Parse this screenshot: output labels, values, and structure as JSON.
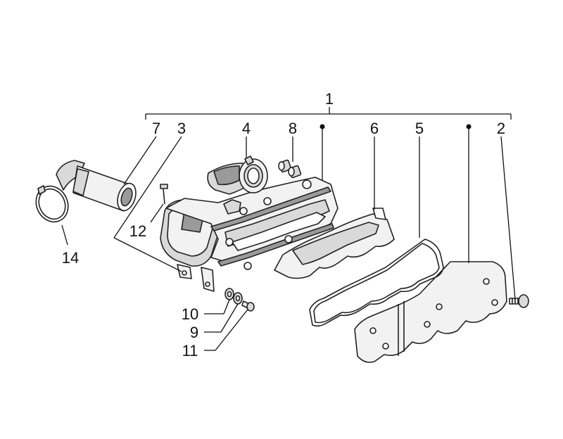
{
  "labels": {
    "l1": "1",
    "l2": "2",
    "l3": "3",
    "l4": "4",
    "l5": "5",
    "l6": "6",
    "l7": "7",
    "l8": "8",
    "l9": "9",
    "l10": "10",
    "l11": "11",
    "l12": "12",
    "l14": "14"
  }
}
